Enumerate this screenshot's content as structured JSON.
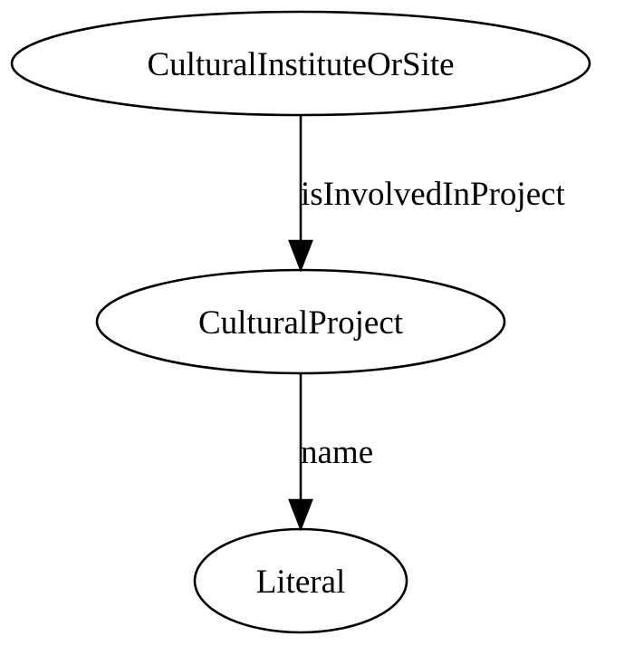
{
  "nodes": {
    "cultural_institute_or_site": "CulturalInstituteOrSite",
    "cultural_project": "CulturalProject",
    "literal": "Literal"
  },
  "edges": {
    "is_involved_in_project": "isInvolvedInProject",
    "name": "name"
  },
  "colors": {
    "stroke": "#000000",
    "background": "#ffffff"
  }
}
